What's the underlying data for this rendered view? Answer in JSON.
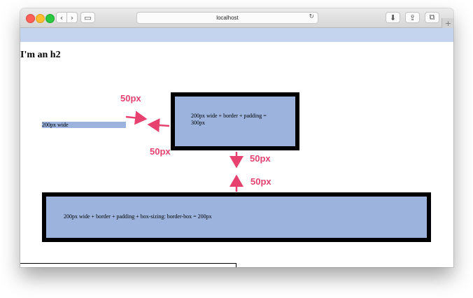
{
  "browser": {
    "url": "localhost",
    "reload_icon": "↻",
    "back_icon": "‹",
    "forward_icon": "›",
    "sidebar_icon": "▭",
    "download_icon": "⬇",
    "share_icon": "⇪",
    "tabs_icon": "⧉",
    "newtab_icon": "+"
  },
  "page": {
    "heading": "I'm an h2",
    "small_box_text": "200px wide",
    "mid_box_text": "200px wide + border + padding = 300px",
    "big_box_text": "200px wide + border + padding + box-sizing: border-box = 200px"
  },
  "annotations": {
    "label_top": "50px",
    "label_left": "50px",
    "label_mid": "50px",
    "label_low": "50px",
    "arrow_color": "#e6416f"
  },
  "colors": {
    "box_fill": "#9bb3dd",
    "header_band": "#c5d4ee"
  }
}
